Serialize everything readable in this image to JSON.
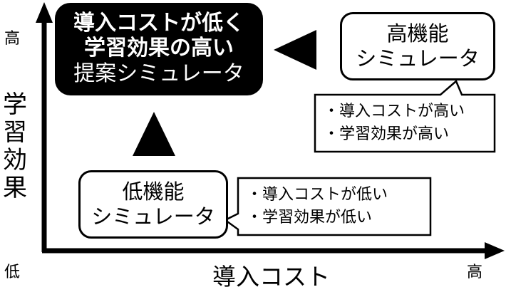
{
  "axes": {
    "x_title": "導入コスト",
    "y_title": "学習効果",
    "y_high": "高",
    "y_low": "低",
    "x_high": "高"
  },
  "proposal": {
    "line1": "導入コストが低く",
    "line2": "学習効果の高い",
    "line3": "提案シミュレータ"
  },
  "high_sim": {
    "line1": "高機能",
    "line2": "シミュレータ",
    "bullets": [
      "・導入コストが高い",
      "・学習効果が高い"
    ]
  },
  "low_sim": {
    "line1": "低機能",
    "line2": "シミュレータ",
    "bullets": [
      "・導入コストが低い",
      "・学習効果が低い"
    ]
  }
}
